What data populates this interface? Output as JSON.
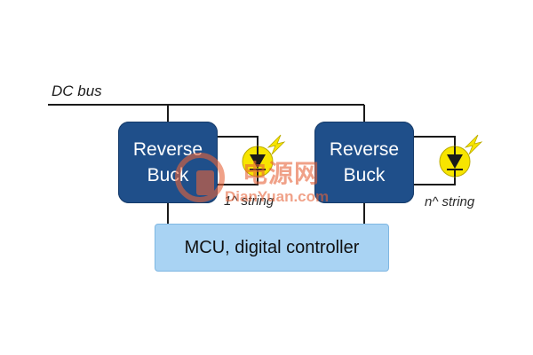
{
  "diagram": {
    "dc_bus_label": "DC bus",
    "converters": [
      {
        "line1": "Reverse",
        "line2": "Buck"
      },
      {
        "line1": "Reverse",
        "line2": "Buck"
      }
    ],
    "controller_label": "MCU, digital controller",
    "string_labels": [
      "1^ string",
      "n^ string"
    ]
  },
  "watermark": {
    "title": "电源网",
    "url": "DianYuan.com"
  },
  "colors": {
    "buck_fill": "#1f4f8a",
    "controller_fill": "#a9d3f3",
    "led_fill": "#f7e500",
    "wire": "#1a1a1a",
    "watermark": "#e7643a"
  },
  "icons": {
    "led": "led-icon",
    "watermark_logo": "plug-logo-icon"
  }
}
